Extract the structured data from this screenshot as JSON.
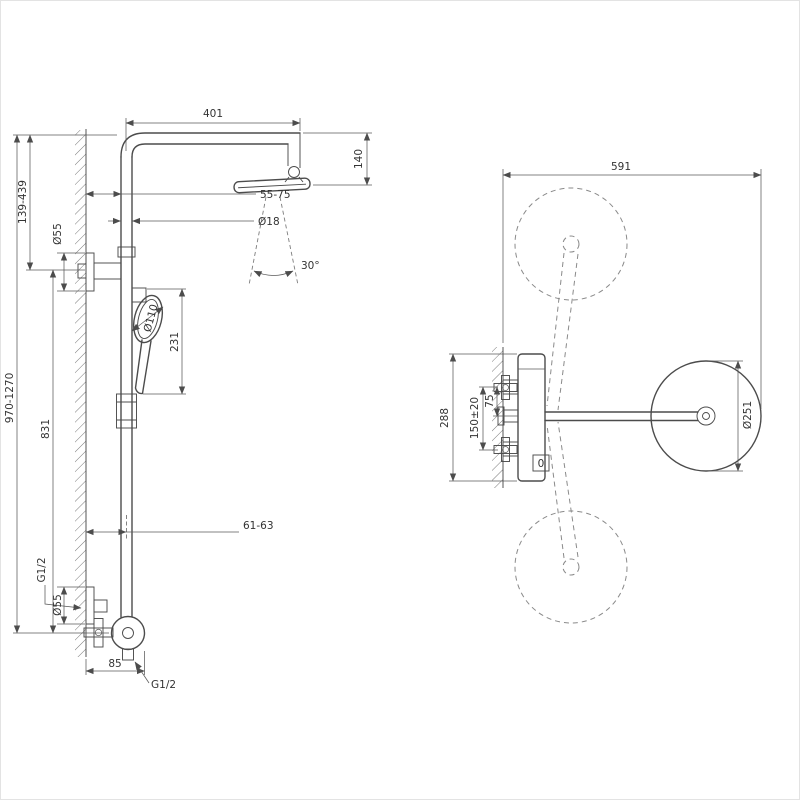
{
  "side_view": {
    "labels": {
      "arm_length": "401",
      "head_drop": "140",
      "head_clearance": "55-75",
      "pipe_diameter": "Ø18",
      "spray_angle": "30°",
      "upper_range": "139-439",
      "rosette_top_diameter": "Ø55",
      "hand_shower_diameter": "Ø110",
      "hand_shower_length": "231",
      "total_height_range": "970-1270",
      "column_length": "831",
      "wall_offset": "61-63",
      "wall_thread": "G1/2",
      "rosette_bottom_diameter": "Ø55",
      "mixer_depth": "85",
      "outlet_thread": "G1/2"
    }
  },
  "top_view": {
    "labels": {
      "total_reach": "591",
      "body_span": "288",
      "connection_spacing": "150±20",
      "half_spacing": "75",
      "head_diameter": "Ø251",
      "zero_mark": "0"
    }
  }
}
